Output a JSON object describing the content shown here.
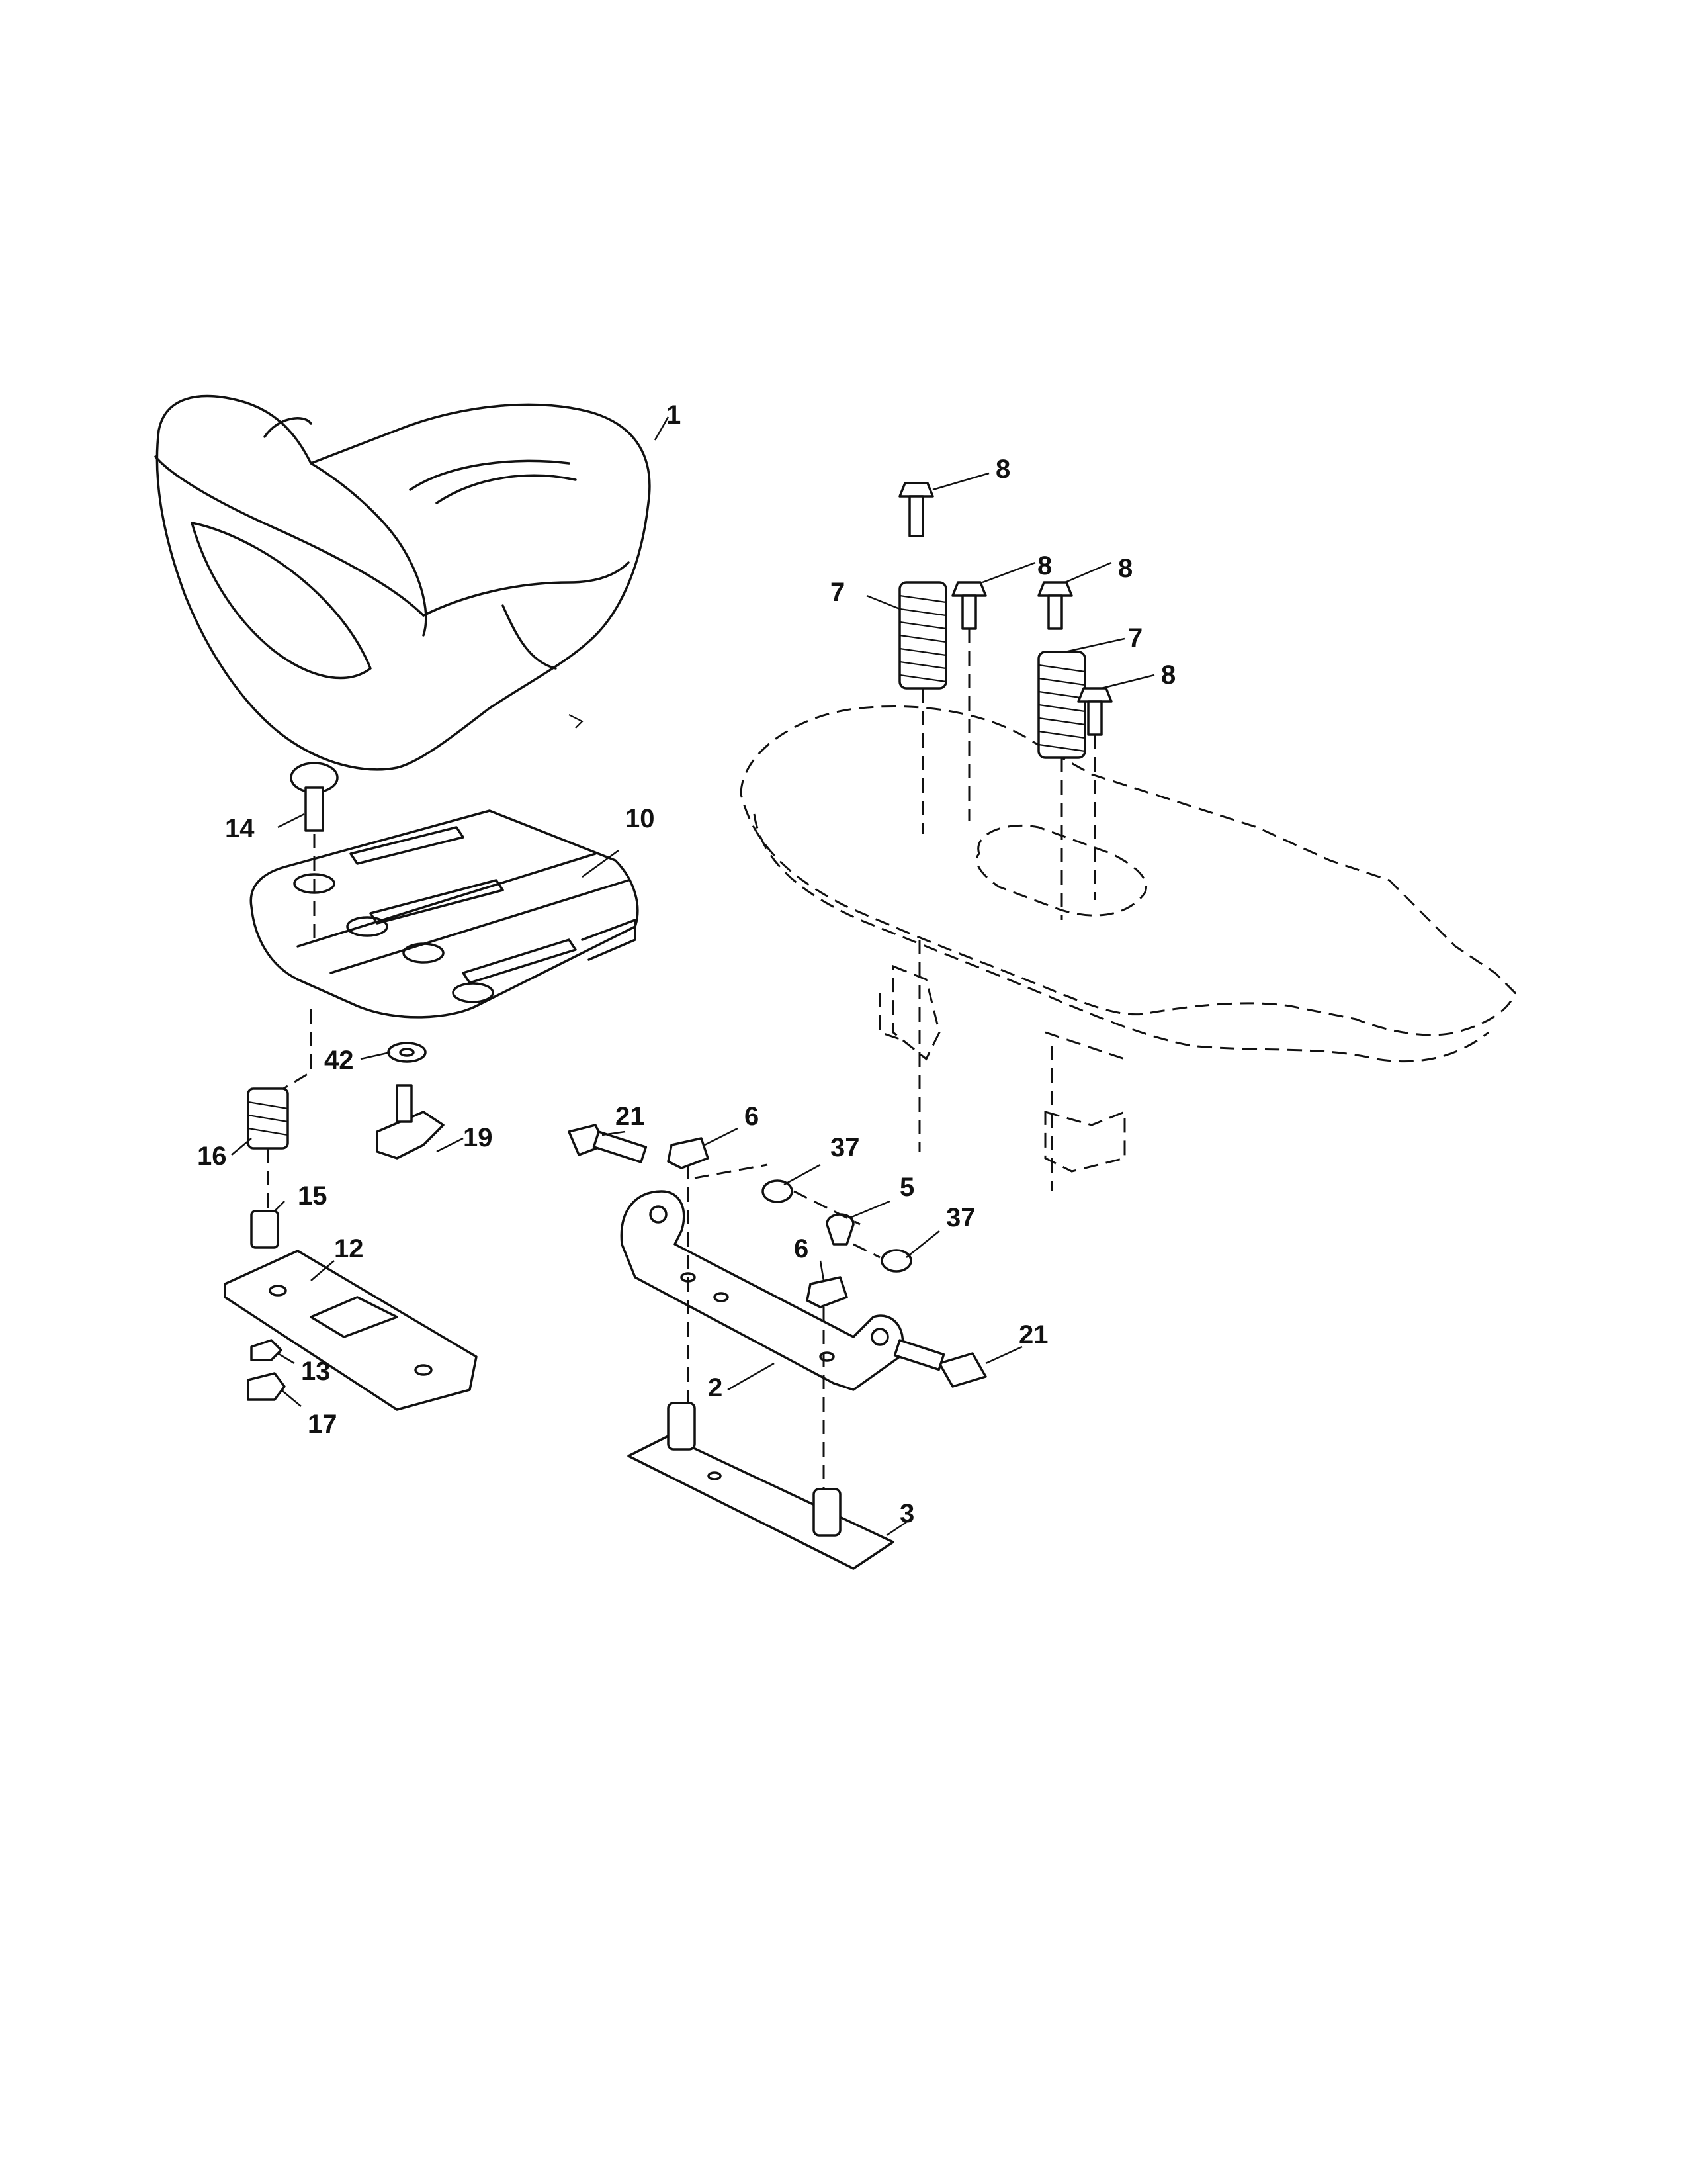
{
  "diagram": {
    "callouts": [
      {
        "id": "c1",
        "label": "1"
      },
      {
        "id": "c8a",
        "label": "8"
      },
      {
        "id": "c8b",
        "label": "8"
      },
      {
        "id": "c8c",
        "label": "8"
      },
      {
        "id": "c8d",
        "label": "8"
      },
      {
        "id": "c7a",
        "label": "7"
      },
      {
        "id": "c7b",
        "label": "7"
      },
      {
        "id": "c14",
        "label": "14"
      },
      {
        "id": "c10",
        "label": "10"
      },
      {
        "id": "c42",
        "label": "42"
      },
      {
        "id": "c16",
        "label": "16"
      },
      {
        "id": "c19",
        "label": "19"
      },
      {
        "id": "c15",
        "label": "15"
      },
      {
        "id": "c12",
        "label": "12"
      },
      {
        "id": "c13",
        "label": "13"
      },
      {
        "id": "c17",
        "label": "17"
      },
      {
        "id": "c21a",
        "label": "21"
      },
      {
        "id": "c6a",
        "label": "6"
      },
      {
        "id": "c37a",
        "label": "37"
      },
      {
        "id": "c5",
        "label": "5"
      },
      {
        "id": "c37b",
        "label": "37"
      },
      {
        "id": "c6b",
        "label": "6"
      },
      {
        "id": "c21b",
        "label": "21"
      },
      {
        "id": "c2",
        "label": "2"
      },
      {
        "id": "c3",
        "label": "3"
      }
    ]
  }
}
